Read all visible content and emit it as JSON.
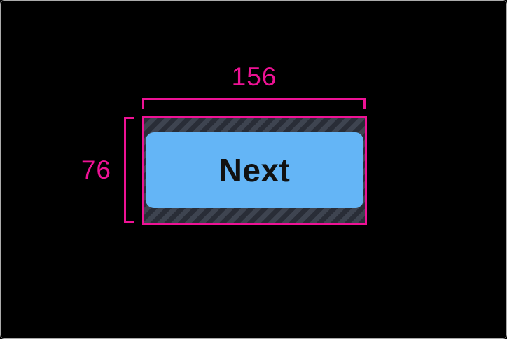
{
  "annotations": {
    "width_label": "156",
    "height_label": "76"
  },
  "button": {
    "label": "Next"
  },
  "colors": {
    "background": "#000000",
    "frame_border": "#ababab",
    "annotation_pink": "#ee1295",
    "button_fill": "#64b5f6",
    "button_text": "#111111",
    "hatch_base": "#3e4450",
    "hatch_stripe": "#292d37"
  }
}
